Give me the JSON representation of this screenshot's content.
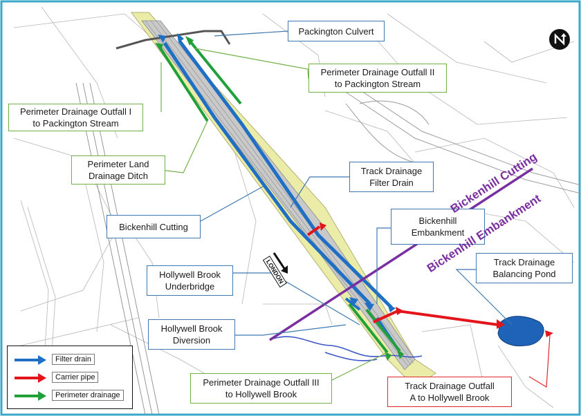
{
  "callouts": {
    "packington_culvert": "Packington Culvert",
    "outfall_ii": [
      "Perimeter Drainage Outfall II",
      "to Packington Stream"
    ],
    "outfall_i": [
      "Perimeter Drainage Outfall I",
      "to Packington Stream"
    ],
    "land_ditch": [
      "Perimeter Land",
      "Drainage Ditch"
    ],
    "bickenhill_cutting_box": "Bickenhill Cutting",
    "track_filter_drain": [
      "Track Drainage",
      "Filter Drain"
    ],
    "bickenhill_embankment_box": [
      "Bickenhill",
      "Embankment"
    ],
    "balancing_pond": [
      "Track Drainage",
      "Balancing Pond"
    ],
    "hollywell_underbridge": [
      "Hollywell Brook",
      "Underbridge"
    ],
    "hollywell_diversion": [
      "Hollywell Brook",
      "Diversion"
    ],
    "outfall_iii": [
      "Perimeter Drainage Outfall III",
      "to Hollywell Brook"
    ],
    "outfall_a": [
      "Track Drainage Outfall",
      "A to Hollywell Brook"
    ]
  },
  "overlay_labels": {
    "cutting": "Bickenhill Cutting",
    "embankment": "Bickenhill Embankment",
    "direction": "LONDON"
  },
  "legend": [
    {
      "label": "Filter drain",
      "color": "#1f6fc4"
    },
    {
      "label": "Carrier pipe",
      "color": "#e3141a"
    },
    {
      "label": "Perimeter drainage",
      "color": "#21a03a"
    }
  ],
  "colors": {
    "frame": "#3aa9c9",
    "filter_drain": "#1f6fc4",
    "carrier_pipe": "#e3141a",
    "perimeter_drainage": "#21a03a",
    "boundary_line": "#7a2fa0",
    "callout_blue": "#3d78b0",
    "callout_green": "#72b043",
    "callout_red": "#e0262a",
    "pond": "#1e63b8",
    "stream": "#3a55c8"
  },
  "icons": {
    "north_arrow": "north-arrow-icon"
  }
}
